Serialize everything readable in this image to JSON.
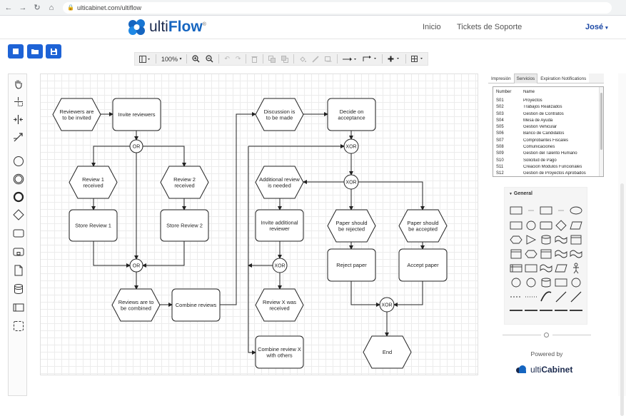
{
  "browser": {
    "url": "ulticabinet.com/ultiflow"
  },
  "header": {
    "logo_prefix": "ulti",
    "logo_suffix": "Flow",
    "logo_tm": "®",
    "nav": [
      {
        "label": "Inicio"
      },
      {
        "label": "Tickets de Soporte"
      }
    ],
    "user": "José"
  },
  "toolbar": {
    "zoom": "100%"
  },
  "side_panel": {
    "tabs": [
      {
        "label": "Impresión"
      },
      {
        "label": "Servicios"
      },
      {
        "label": "Expiration Notifications"
      }
    ],
    "columns": {
      "number": "Number",
      "name": "Name"
    },
    "services": [
      {
        "number": "S01",
        "name": "Proyectos"
      },
      {
        "number": "S02",
        "name": "Trabajos Realizados"
      },
      {
        "number": "S03",
        "name": "Gestion de Contratos"
      },
      {
        "number": "S04",
        "name": "Mesa de Ayuda"
      },
      {
        "number": "S05",
        "name": "Gestion Vehicular"
      },
      {
        "number": "S06",
        "name": "Banco de Candidatos"
      },
      {
        "number": "S07",
        "name": "Comprobantes Fiscales"
      },
      {
        "number": "S08",
        "name": "Comunicaciones"
      },
      {
        "number": "S09",
        "name": "Gestion del Talento Humano"
      },
      {
        "number": "S10",
        "name": "Solicitud de Pago"
      },
      {
        "number": "S11",
        "name": "Creacion Modulos Funcionales"
      },
      {
        "number": "S12",
        "name": "Gestion de Proyectos Aprobados"
      }
    ]
  },
  "shapes_panel": {
    "title": "General"
  },
  "footer": {
    "powered": "Powered by",
    "brand_prefix": "ulti",
    "brand_suffix": "Cabinet"
  },
  "diagram": {
    "nodes": [
      {
        "id": "n1",
        "kind": "hex",
        "lines": [
          "Reviewers are",
          "to be invited"
        ]
      },
      {
        "id": "n2",
        "kind": "rect",
        "lines": [
          "Invite reviewers"
        ]
      },
      {
        "id": "g1",
        "kind": "gate",
        "lines": [
          "OR"
        ]
      },
      {
        "id": "n3",
        "kind": "hex",
        "lines": [
          "Review 1",
          "received"
        ]
      },
      {
        "id": "n4",
        "kind": "hex",
        "lines": [
          "Review 2",
          "received"
        ]
      },
      {
        "id": "n5",
        "kind": "rect",
        "lines": [
          "Store Review 1"
        ]
      },
      {
        "id": "n6",
        "kind": "rect",
        "lines": [
          "Store Review 2"
        ]
      },
      {
        "id": "g2",
        "kind": "gate",
        "lines": [
          "OR"
        ]
      },
      {
        "id": "n7",
        "kind": "hex",
        "lines": [
          "Reviews are to",
          "be combined"
        ]
      },
      {
        "id": "n8",
        "kind": "rect",
        "lines": [
          "Combine reviews"
        ]
      },
      {
        "id": "n9",
        "kind": "hex",
        "lines": [
          "Discussion is",
          "to be made"
        ]
      },
      {
        "id": "n10",
        "kind": "rect",
        "lines": [
          "Decide on",
          "acceptance"
        ]
      },
      {
        "id": "g3",
        "kind": "gate",
        "lines": [
          "XOR"
        ]
      },
      {
        "id": "g4",
        "kind": "gate",
        "lines": [
          "XOR"
        ]
      },
      {
        "id": "n11",
        "kind": "hex",
        "lines": [
          "Additional review",
          "is needed"
        ]
      },
      {
        "id": "n12",
        "kind": "hex",
        "lines": [
          "Paper should",
          "be rejected"
        ]
      },
      {
        "id": "n13",
        "kind": "hex",
        "lines": [
          "Paper should",
          "be accepted"
        ]
      },
      {
        "id": "n14",
        "kind": "rect",
        "lines": [
          "Invite additional",
          "reviewer"
        ]
      },
      {
        "id": "n15",
        "kind": "rect",
        "lines": [
          "Reject paper"
        ]
      },
      {
        "id": "n16",
        "kind": "rect",
        "lines": [
          "Accept paper"
        ]
      },
      {
        "id": "g5",
        "kind": "gate",
        "lines": [
          "XOR"
        ]
      },
      {
        "id": "g6",
        "kind": "gate",
        "lines": [
          "XOR"
        ]
      },
      {
        "id": "n17",
        "kind": "hex",
        "lines": [
          "Review X was",
          "received"
        ]
      },
      {
        "id": "n18",
        "kind": "rect",
        "lines": [
          "Combine review X",
          "with others"
        ]
      },
      {
        "id": "n19",
        "kind": "hex",
        "lines": [
          "End"
        ]
      }
    ]
  }
}
